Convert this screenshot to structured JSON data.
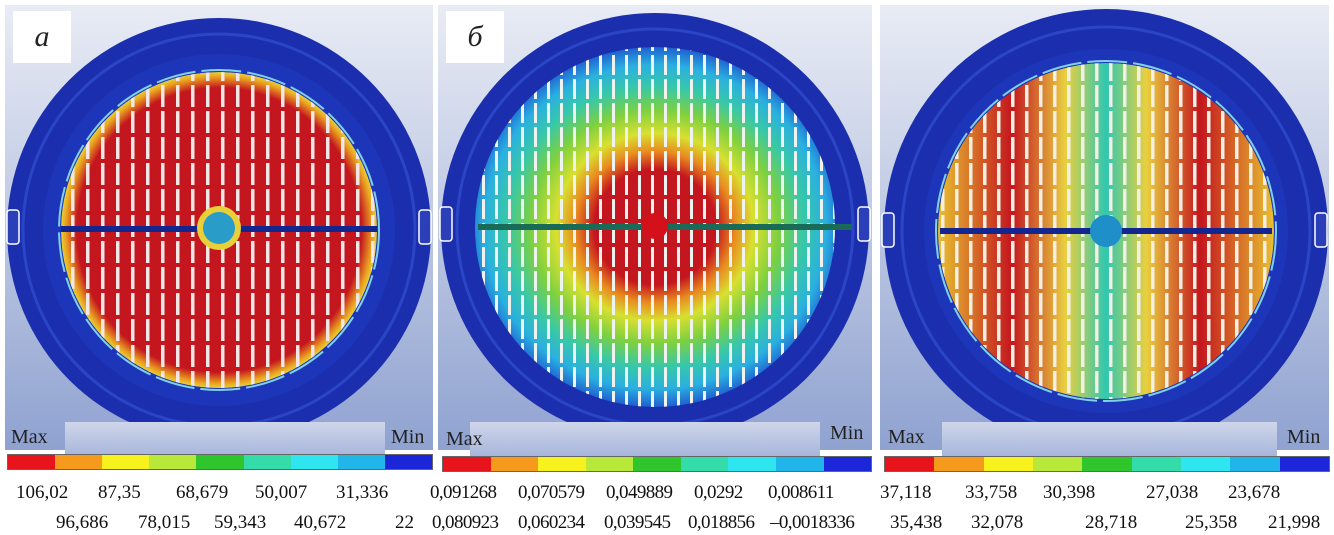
{
  "panels": [
    {
      "label": "а",
      "max_label": "Max",
      "min_label": "Min",
      "values_row1": [
        "106,02",
        "87,35",
        "68,679",
        "50,007",
        "31,336"
      ],
      "values_row2": [
        "96,686",
        "78,015",
        "59,343",
        "40,672",
        "22"
      ]
    },
    {
      "label": "б",
      "max_label": "Max",
      "min_label": "Min",
      "values_row1": [
        "0,091268",
        "0,070579",
        "0,049889",
        "0,0292",
        "0,008611"
      ],
      "values_row2": [
        "0,080923",
        "0,060234",
        "0,039545",
        "0,018856",
        "–0,0018336"
      ]
    },
    {
      "label": "",
      "max_label": "Max",
      "min_label": "Min",
      "values_row1": [
        "37,118",
        "33,758",
        "30,398",
        "27,038",
        "23,678"
      ],
      "values_row2": [
        "35,438",
        "32,078",
        "28,718",
        "25,358",
        "21,998"
      ]
    }
  ],
  "colorbar": [
    "#e8141c",
    "#f59a1c",
    "#f7f21e",
    "#b7e83a",
    "#2ec62c",
    "#33dca8",
    "#2fe6f0",
    "#21b5ea",
    "#1a26d8"
  ],
  "colors": {
    "background_top": "#e9ecf5",
    "background_bottom": "#8fa2d0",
    "housing": "#1b2fae",
    "housing_rim": "#2a45c6",
    "bar": "#13258f"
  }
}
